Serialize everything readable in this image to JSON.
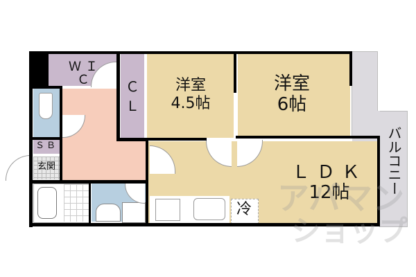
{
  "floor_plan": {
    "rooms": {
      "wic": {
        "label": "ＷＩＣ"
      },
      "cl": {
        "label_top": "Ｃ",
        "label_bottom": "Ｌ"
      },
      "western_room_1": {
        "name": "洋室",
        "size": "4.5帖"
      },
      "western_room_2": {
        "name": "洋室",
        "size": "6帖"
      },
      "ldk": {
        "name": "ＬＤＫ",
        "size": "12帖"
      },
      "balcony": {
        "label": "バルコニー"
      },
      "sb": {
        "label": "ＳＢ"
      },
      "genkan": {
        "label": "玄関"
      },
      "refrigerator": {
        "label": "冷"
      }
    },
    "watermark": {
      "line1": "アパマン",
      "line2": "ショップ"
    },
    "colors": {
      "closet": "#c9b8cc",
      "western_room": "#ecd9a8",
      "hallway": "#f7cdbb",
      "wet_area": "#b7cfe0",
      "balcony": "#dcdadf",
      "wall": "#000000"
    }
  }
}
